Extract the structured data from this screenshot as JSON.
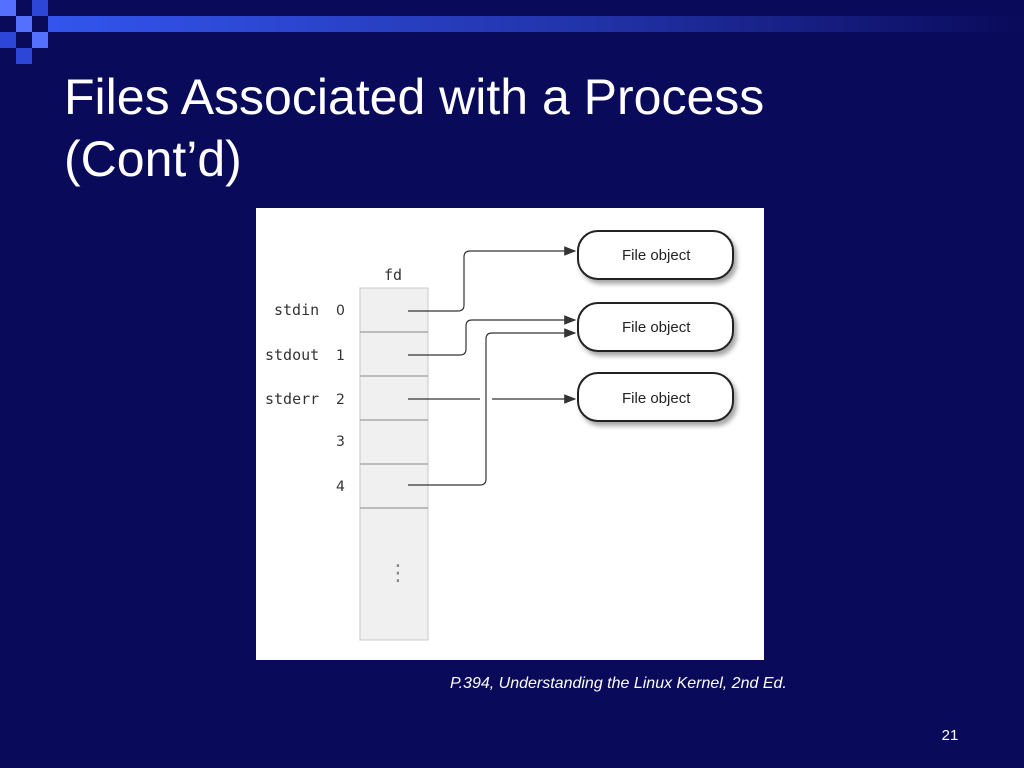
{
  "slide": {
    "title_line1": "Files Associated with a Process",
    "title_line2": "(Cont’d)",
    "caption": "P.394, Understanding the Linux Kernel, 2nd Ed.",
    "page_number": "21"
  },
  "diagram": {
    "table_header": "fd",
    "rows": [
      {
        "label": "stdin",
        "index": "0"
      },
      {
        "label": "stdout",
        "index": "1"
      },
      {
        "label": "stderr",
        "index": "2"
      },
      {
        "label": "",
        "index": "3"
      },
      {
        "label": "",
        "index": "4"
      }
    ],
    "file_objects": [
      "File object",
      "File object",
      "File object"
    ],
    "ellipsis": "⋮"
  },
  "colors": {
    "background": "#0a0a5a",
    "accent_bar": "#3355ee",
    "text": "#ffffff"
  }
}
